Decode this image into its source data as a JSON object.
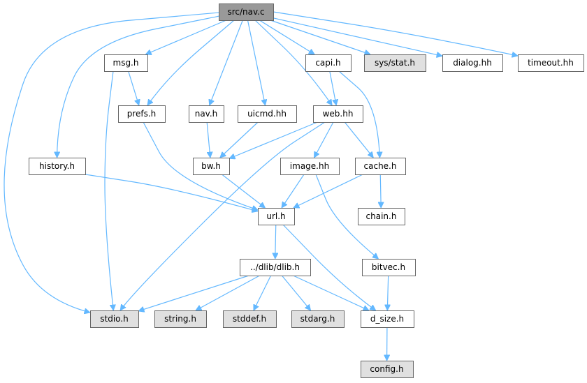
{
  "colors": {
    "root_fill": "#999999",
    "external_fill": "#e0e0e0",
    "normal_fill": "#ffffff",
    "border": "#666666",
    "edge": "#63b8ff"
  },
  "nodes": [
    {
      "id": "src_nav_c",
      "label": "src/nav.c",
      "kind": "root"
    },
    {
      "id": "msg_h",
      "label": "msg.h",
      "kind": "normal"
    },
    {
      "id": "capi_h",
      "label": "capi.h",
      "kind": "normal"
    },
    {
      "id": "sys_stat_h",
      "label": "sys/stat.h",
      "kind": "external"
    },
    {
      "id": "dialog_hh",
      "label": "dialog.hh",
      "kind": "normal"
    },
    {
      "id": "timeout_hh",
      "label": "timeout.hh",
      "kind": "normal"
    },
    {
      "id": "prefs_h",
      "label": "prefs.h",
      "kind": "normal"
    },
    {
      "id": "nav_h",
      "label": "nav.h",
      "kind": "normal"
    },
    {
      "id": "uicmd_hh",
      "label": "uicmd.hh",
      "kind": "normal"
    },
    {
      "id": "web_hh",
      "label": "web.hh",
      "kind": "normal"
    },
    {
      "id": "history_h",
      "label": "history.h",
      "kind": "normal"
    },
    {
      "id": "bw_h",
      "label": "bw.h",
      "kind": "normal"
    },
    {
      "id": "image_hh",
      "label": "image.hh",
      "kind": "normal"
    },
    {
      "id": "cache_h",
      "label": "cache.h",
      "kind": "normal"
    },
    {
      "id": "url_h",
      "label": "url.h",
      "kind": "normal"
    },
    {
      "id": "chain_h",
      "label": "chain.h",
      "kind": "normal"
    },
    {
      "id": "dlib_h",
      "label": "../dlib/dlib.h",
      "kind": "normal"
    },
    {
      "id": "bitvec_h",
      "label": "bitvec.h",
      "kind": "normal"
    },
    {
      "id": "stdio_h",
      "label": "stdio.h",
      "kind": "external"
    },
    {
      "id": "string_h",
      "label": "string.h",
      "kind": "external"
    },
    {
      "id": "stddef_h",
      "label": "stddef.h",
      "kind": "external"
    },
    {
      "id": "stdarg_h",
      "label": "stdarg.h",
      "kind": "external"
    },
    {
      "id": "d_size_h",
      "label": "d_size.h",
      "kind": "normal"
    },
    {
      "id": "config_h",
      "label": "config.h",
      "kind": "external"
    }
  ],
  "edges": [
    {
      "from": "src_nav_c",
      "to": "msg_h"
    },
    {
      "from": "src_nav_c",
      "to": "capi_h"
    },
    {
      "from": "src_nav_c",
      "to": "sys_stat_h"
    },
    {
      "from": "src_nav_c",
      "to": "dialog_hh"
    },
    {
      "from": "src_nav_c",
      "to": "timeout_hh"
    },
    {
      "from": "src_nav_c",
      "to": "prefs_h"
    },
    {
      "from": "src_nav_c",
      "to": "nav_h"
    },
    {
      "from": "src_nav_c",
      "to": "uicmd_hh"
    },
    {
      "from": "src_nav_c",
      "to": "web_hh"
    },
    {
      "from": "src_nav_c",
      "to": "history_h"
    },
    {
      "from": "src_nav_c",
      "to": "stdio_h"
    },
    {
      "from": "msg_h",
      "to": "prefs_h"
    },
    {
      "from": "msg_h",
      "to": "stdio_h"
    },
    {
      "from": "capi_h",
      "to": "web_hh"
    },
    {
      "from": "capi_h",
      "to": "cache_h"
    },
    {
      "from": "prefs_h",
      "to": "url_h"
    },
    {
      "from": "nav_h",
      "to": "bw_h"
    },
    {
      "from": "uicmd_hh",
      "to": "bw_h"
    },
    {
      "from": "web_hh",
      "to": "bw_h"
    },
    {
      "from": "web_hh",
      "to": "image_hh"
    },
    {
      "from": "web_hh",
      "to": "cache_h"
    },
    {
      "from": "web_hh",
      "to": "stdio_h"
    },
    {
      "from": "history_h",
      "to": "url_h"
    },
    {
      "from": "bw_h",
      "to": "url_h"
    },
    {
      "from": "image_hh",
      "to": "url_h"
    },
    {
      "from": "image_hh",
      "to": "bitvec_h"
    },
    {
      "from": "cache_h",
      "to": "url_h"
    },
    {
      "from": "cache_h",
      "to": "chain_h"
    },
    {
      "from": "url_h",
      "to": "dlib_h"
    },
    {
      "from": "url_h",
      "to": "d_size_h"
    },
    {
      "from": "dlib_h",
      "to": "stdio_h"
    },
    {
      "from": "dlib_h",
      "to": "string_h"
    },
    {
      "from": "dlib_h",
      "to": "stddef_h"
    },
    {
      "from": "dlib_h",
      "to": "stdarg_h"
    },
    {
      "from": "dlib_h",
      "to": "d_size_h"
    },
    {
      "from": "bitvec_h",
      "to": "d_size_h"
    },
    {
      "from": "d_size_h",
      "to": "config_h"
    }
  ]
}
